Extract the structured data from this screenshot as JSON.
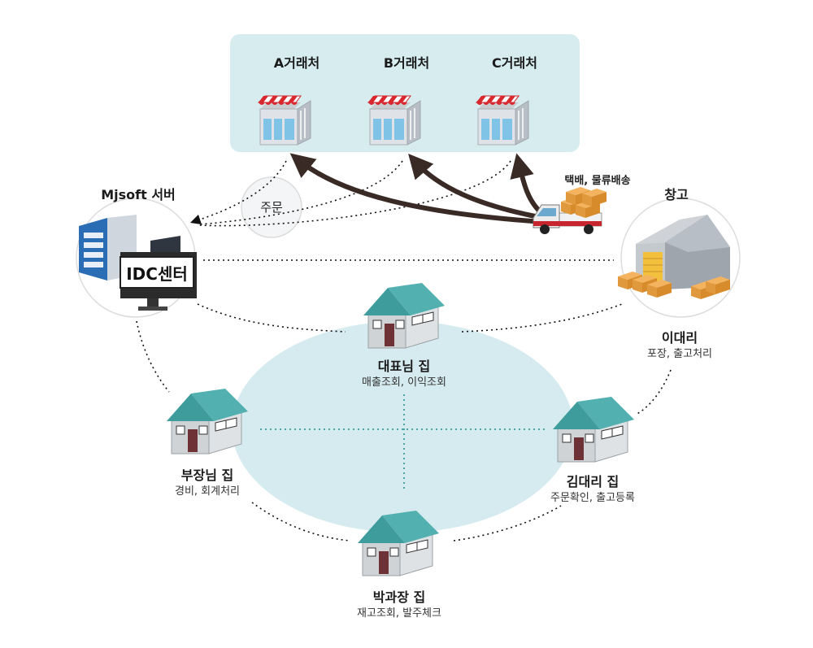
{
  "stores": [
    {
      "name": "A거래처"
    },
    {
      "name": "B거래처"
    },
    {
      "name": "C거래처"
    }
  ],
  "order_bubble": "주문",
  "delivery_label": "택배, 물류배송",
  "server": {
    "title": "Mjsoft 서버",
    "screen_label": "IDC센터"
  },
  "warehouse": {
    "title": "창고"
  },
  "houses": [
    {
      "name": "대표님 집",
      "role": "매출조회, 이익조회"
    },
    {
      "name": "이대리",
      "role": "포장, 출고처리"
    },
    {
      "name": "부장님 집",
      "role": "경비, 회계처리"
    },
    {
      "name": "김대리 집",
      "role": "주문확인, 출고등록"
    },
    {
      "name": "박과장 집",
      "role": "재고조회, 발주체크"
    }
  ],
  "colors": {
    "store_panel": "#d6ecef",
    "center_ellipse": "#d5ebef",
    "roof": "#4aa6a6",
    "arrow": "#3a2a26",
    "awning_red": "#d9272e"
  }
}
